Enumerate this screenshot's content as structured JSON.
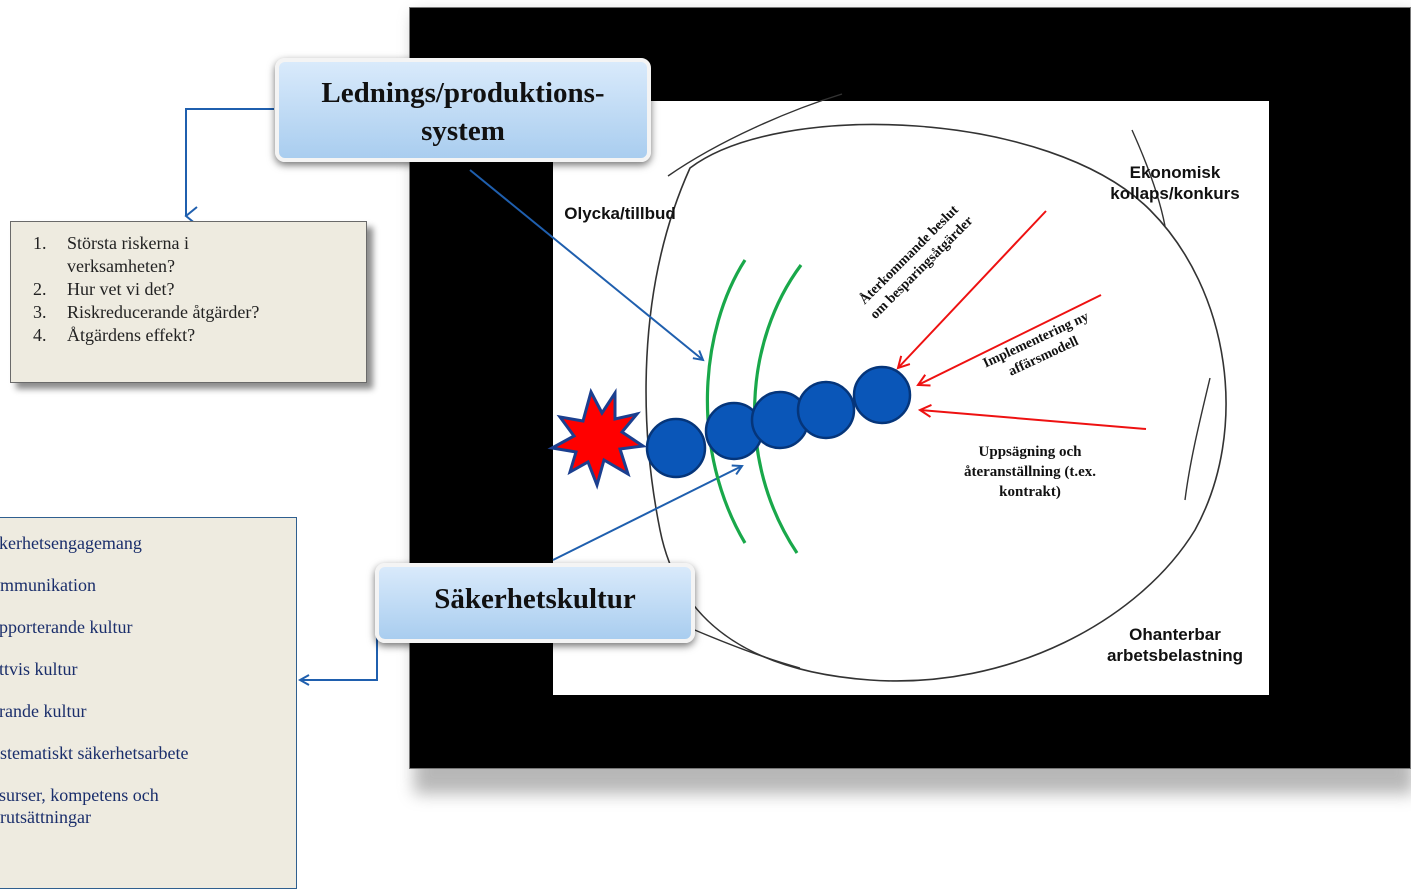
{
  "headers": {
    "management_line1": "Lednings/produktions-",
    "management_line2": "system",
    "safety_culture": "Säkerhetskultur"
  },
  "questions": [
    {
      "num": "1.",
      "text": "Största riskerna i",
      "cont": "verksamheten?"
    },
    {
      "num": "2.",
      "text": "Hur vet vi det?"
    },
    {
      "num": "3.",
      "text": "Riskreducerande åtgärder?"
    },
    {
      "num": "4.",
      "text": "Åtgärdens effekt?"
    }
  ],
  "culture_items": [
    {
      "line1": "äkerhetsengagemang"
    },
    {
      "line1": "ommunikation"
    },
    {
      "line1": "apporterande kultur"
    },
    {
      "line1": "ättvis kultur"
    },
    {
      "line1": "ärande kultur"
    },
    {
      "line1": "ystematiskt säkerhetsarbete"
    },
    {
      "line1": "esurser, kompetens och",
      "line2": "örutsättningar"
    }
  ],
  "diagram_labels": {
    "accident": "Olycka/tillbud",
    "economic_line1": "Ekonomisk",
    "economic_line2": "kollaps/konkurs",
    "workload_line1": "Ohanterbar",
    "workload_line2": "arbetsbelastning",
    "savings_line1": "Återkommande beslut",
    "savings_line2": "om besparingsåtgärder",
    "business_line1": "Implementering ny",
    "business_line2": "affärsmodell",
    "dismissal_line1": "Uppsägning och",
    "dismissal_line2": "återanställning (t.ex.",
    "dismissal_line3": "kontrakt)"
  },
  "colors": {
    "blue_arrow": "#1f5fae",
    "red_arrow": "#ee1111",
    "green_barrier": "#19a84a",
    "ball": "#0a56b8",
    "ball_edge": "#05357a",
    "star_fill": "#ff0000",
    "star_edge": "#1b3f8f"
  }
}
